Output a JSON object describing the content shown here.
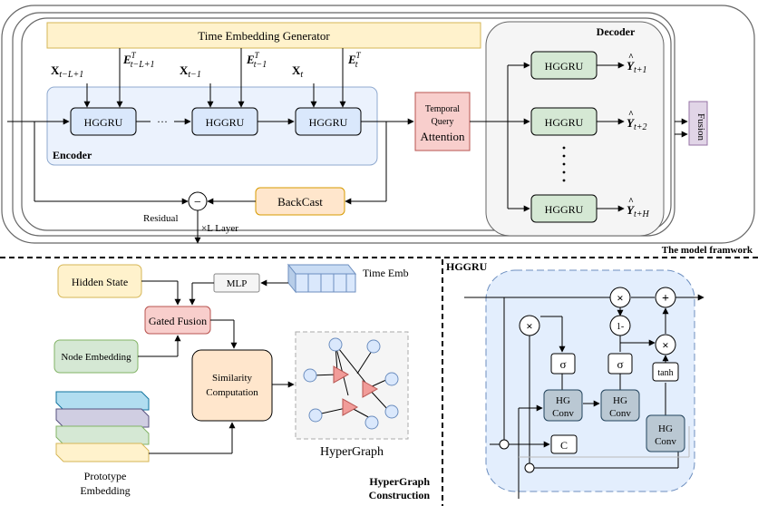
{
  "top": {
    "time_embedding_generator": "Time Embedding Generator",
    "decoder_label": "Decoder",
    "encoder_label": "Encoder",
    "inputs": [
      {
        "x": "X",
        "x_sub": "t−L+1",
        "e": "E",
        "e_sup": "T",
        "e_sub": "t−L+1"
      },
      {
        "x": "X",
        "x_sub": "t−1",
        "e": "E",
        "e_sup": "T",
        "e_sub": "t−1"
      },
      {
        "x": "X",
        "x_sub": "t",
        "e": "E",
        "e_sup": "T",
        "e_sub": "t"
      }
    ],
    "encoder_cells": [
      "HGGRU",
      "HGGRU",
      "HGGRU"
    ],
    "encoder_ellipsis": "···",
    "tqa": [
      "Temporal",
      "Query",
      "Attention"
    ],
    "decoder_cells": [
      "HGGRU",
      "HGGRU",
      "HGGRU"
    ],
    "outputs": [
      {
        "y": "Y",
        "sub": "t+1"
      },
      {
        "y": "Y",
        "sub": "t+2"
      },
      {
        "y": "Y",
        "sub": "t+H"
      }
    ],
    "fusion": "Fusion",
    "backcast": "BackCast",
    "residual": "Residual",
    "minus": "−",
    "layer": "×L Layer",
    "framework_caption": "The model framwork"
  },
  "hypergraph": {
    "hidden_state": "Hidden State",
    "mlp": "MLP",
    "time_emb": "Time Emb",
    "gated_fusion": "Gated Fusion",
    "node_embedding": "Node Embedding",
    "similarity": [
      "Similarity",
      "Computation"
    ],
    "hypergraph": "HyperGraph",
    "prototype": [
      "Prototype",
      "Embedding"
    ],
    "caption": [
      "HyperGraph",
      "Construction"
    ]
  },
  "hggru": {
    "title": "HGGRU",
    "times": "×",
    "plus": "+",
    "one_minus": "1-",
    "sigma": "σ",
    "tanh": "tanh",
    "hgconv": [
      "HG",
      "Conv"
    ],
    "c": "C"
  },
  "colors": {
    "yellow_fill": "#fff2cc",
    "yellow_stroke": "#d6b656",
    "blue_fill": "#dae8fc",
    "blue_stroke": "#6c8ebf",
    "green_fill": "#d5e8d4",
    "green_stroke": "#82b366",
    "red_fill": "#f8cecc",
    "red_stroke": "#b85450",
    "orange_fill": "#ffe6cc",
    "orange_stroke": "#d79b00",
    "purple_fill": "#e1d5e7",
    "purple_stroke": "#9673a6",
    "gray_panel": "#f5f5f5",
    "hg_node": "#dae8fc",
    "hg_edge": "#f19c99",
    "hggru_panel": "#dae8fc",
    "hgconv_fill": "#bac8d3",
    "hgconv_stroke": "#23445d"
  }
}
